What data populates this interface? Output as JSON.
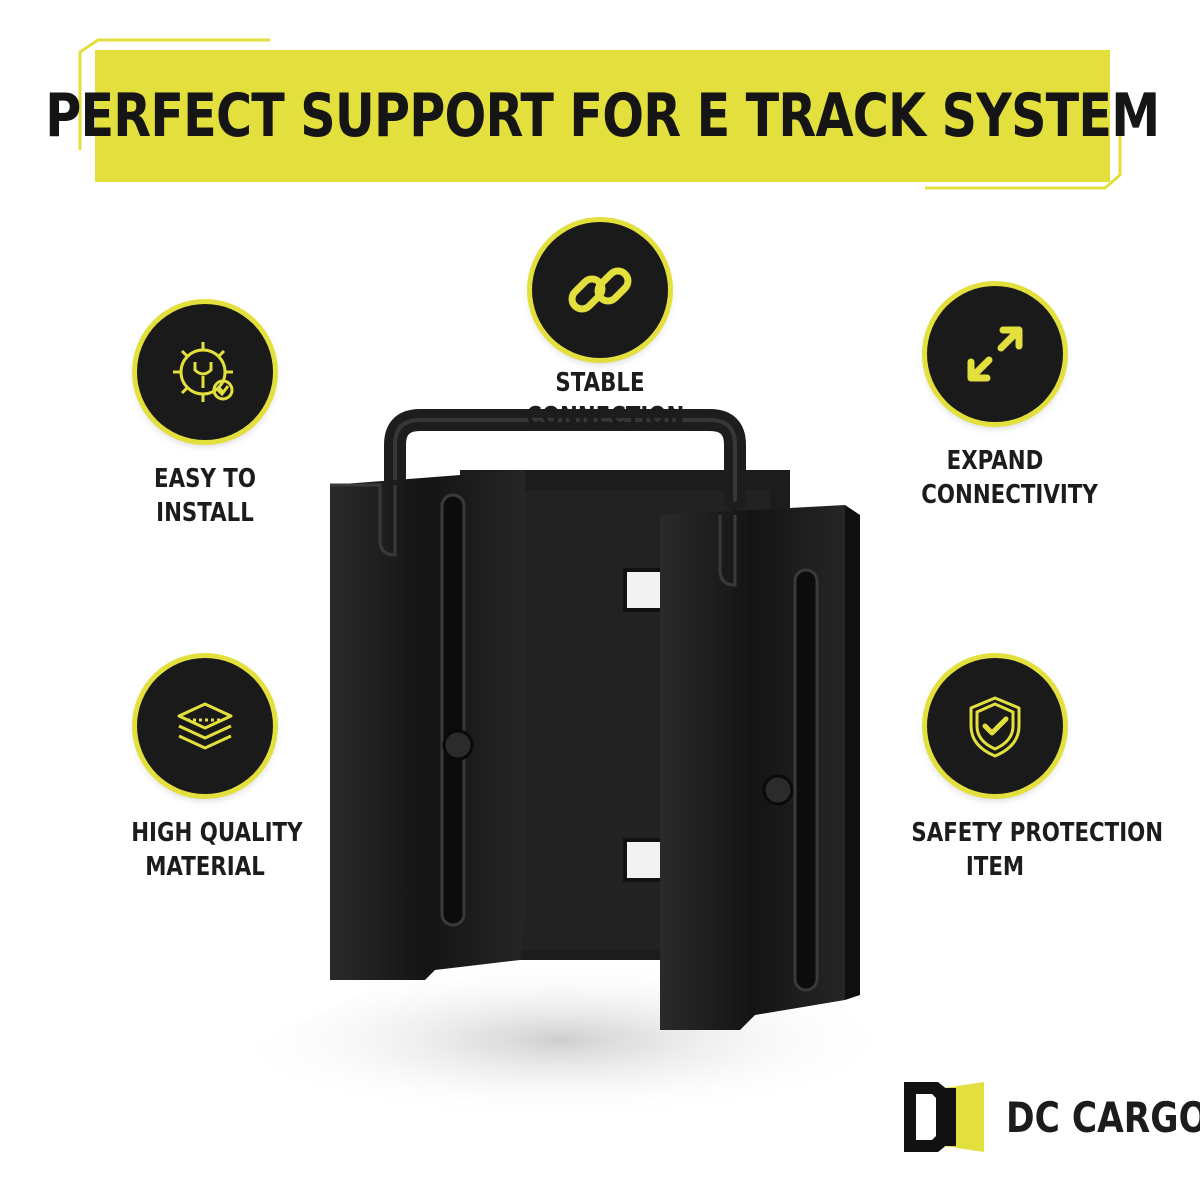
{
  "banner": {
    "title": "PERFECT SUPPORT FOR E TRACK SYSTEM"
  },
  "colors": {
    "accent_yellow": "#e3df3d",
    "badge_dark": "#1a1a1a",
    "text_dark": "#1c1c1c",
    "product_black": "#1e1e1e"
  },
  "features": {
    "stable_connection": {
      "icon": "chain-link-icon",
      "line1": "STABLE",
      "line2": "CONNECTION"
    },
    "easy_to_install": {
      "icon": "gear-wrench-check-icon",
      "line1": "EASY TO",
      "line2": "INSTALL"
    },
    "expand_connectivity": {
      "icon": "diagonal-expand-arrows-icon",
      "line1": "EXPAND",
      "line2": "CONNECTIVITY"
    },
    "high_quality_material": {
      "icon": "stacked-layers-icon",
      "line1": "HIGH QUALITY",
      "line2": "MATERIAL"
    },
    "safety_protection": {
      "icon": "shield-check-icon",
      "line1": "SAFETY PROTECTION",
      "line2": "ITEM"
    }
  },
  "brand": {
    "name": "DC CARGO"
  }
}
